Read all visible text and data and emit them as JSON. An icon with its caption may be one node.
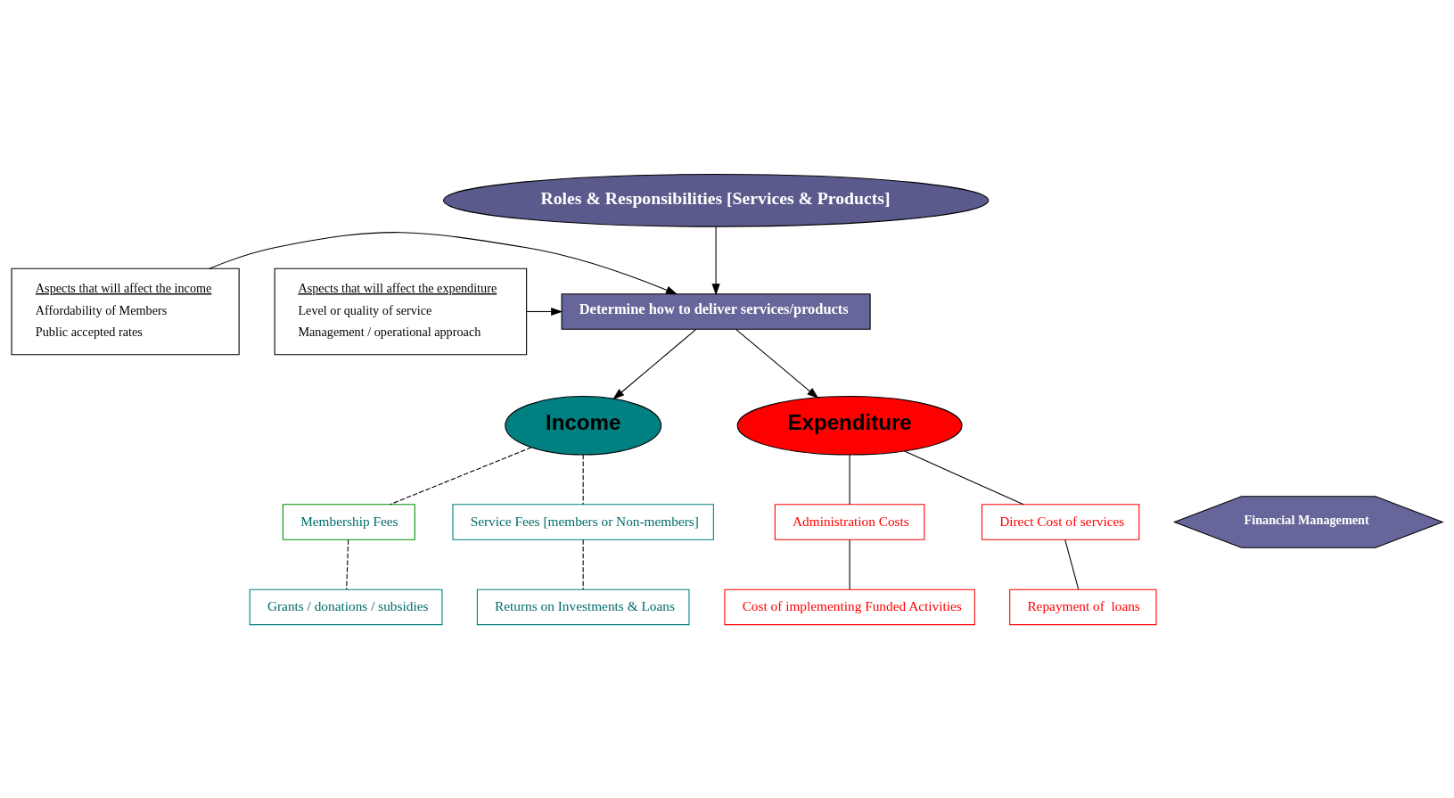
{
  "diagram": {
    "nodes": [
      {
        "text": [
          "Roles & Responsibilities [Services & Products]"
        ]
      },
      {
        "text": [
          "Aspects that will affect the income",
          "Affordability of Members",
          "Public accepted rates"
        ]
      },
      {
        "text": [
          "Determine how to deliver services/products"
        ]
      },
      {
        "text": [
          "Aspects that will affect the expenditure",
          "Level or quality of service",
          "Management / operational approach"
        ]
      },
      {
        "text": [
          "Income"
        ]
      },
      {
        "text": [
          "Expenditure"
        ]
      },
      {
        "text": [
          "Membership Fees"
        ]
      },
      {
        "text": [
          "Service Fees [members or Non-members]"
        ]
      },
      {
        "text": [
          "Financial Management"
        ]
      },
      {
        "text": [
          "Administration Costs"
        ]
      },
      {
        "text": [
          "Direct Cost of services"
        ]
      },
      {
        "text": [
          "Grants / donations / subsidies"
        ]
      },
      {
        "text": [
          "Returns on Investments & Loans"
        ]
      },
      {
        "text": [
          "Cost of implementing Funded Activities"
        ]
      },
      {
        "text": [
          "Repayment of  loans"
        ]
      }
    ],
    "edges": [
      {
        "from": 0,
        "to": 2,
        "arrow": "to"
      },
      {
        "from": 1,
        "to": 2,
        "arrow": "to"
      },
      {
        "from": 3,
        "to": 2,
        "arrow": "to"
      },
      {
        "from": 2,
        "to": 4,
        "arrow": "to"
      },
      {
        "from": 2,
        "to": 5,
        "arrow": "to"
      },
      {
        "from": 4,
        "to": 6,
        "arrow": "none",
        "style": "dashed"
      },
      {
        "from": 4,
        "to": 7,
        "arrow": "none",
        "style": "dashed"
      },
      {
        "from": 6,
        "to": 11,
        "arrow": "none",
        "style": "dashed"
      },
      {
        "from": 7,
        "to": 12,
        "arrow": "none",
        "style": "dashed"
      },
      {
        "from": 5,
        "to": 9,
        "arrow": "none"
      },
      {
        "from": 5,
        "to": 10,
        "arrow": "none"
      },
      {
        "from": 9,
        "to": 13,
        "arrow": "none"
      },
      {
        "from": 10,
        "to": 14,
        "arrow": "none"
      }
    ]
  }
}
